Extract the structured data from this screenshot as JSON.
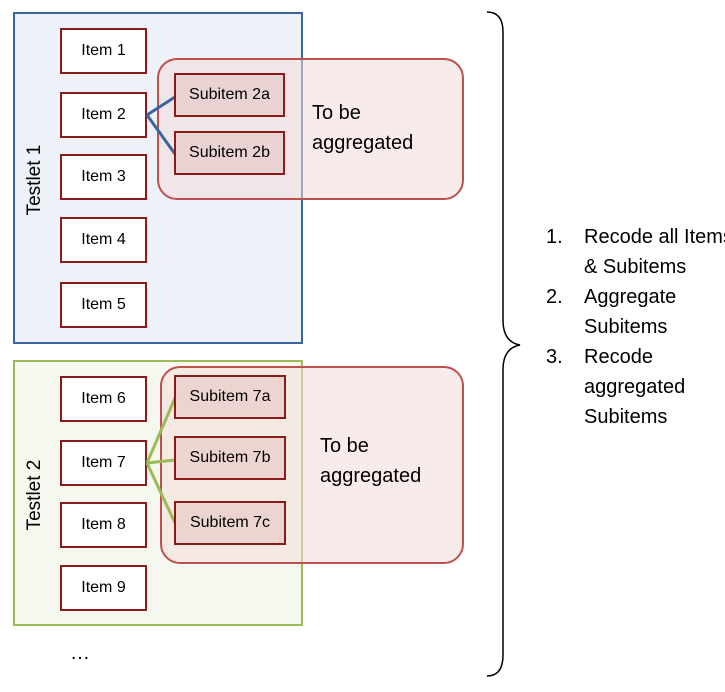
{
  "testlets": [
    {
      "label": "Testlet 1",
      "items": [
        "Item 1",
        "Item 2",
        "Item 3",
        "Item 4",
        "Item 5"
      ],
      "subitems": [
        "Subitem 2a",
        "Subitem 2b"
      ],
      "aggregate_text": "To be aggregated",
      "color": "#3b63a0"
    },
    {
      "label": "Testlet 2",
      "items": [
        "Item 6",
        "Item 7",
        "Item 8",
        "Item 9"
      ],
      "subitems": [
        "Subitem 7a",
        "Subitem 7b",
        "Subitem 7c"
      ],
      "aggregate_text": "To be aggregated",
      "color": "#9bbb59"
    }
  ],
  "ellipsis": "…",
  "steps": [
    {
      "num": "1.",
      "text": "Recode all Items & Subitems"
    },
    {
      "num": "2.",
      "text": "Aggregate Subitems"
    },
    {
      "num": "3.",
      "text": "Recode aggregated Subitems"
    }
  ],
  "colors": {
    "item_border": "#8b1a1a",
    "aggregate_border": "#c0504d",
    "aggregate_fill": "#f2dcdb"
  }
}
